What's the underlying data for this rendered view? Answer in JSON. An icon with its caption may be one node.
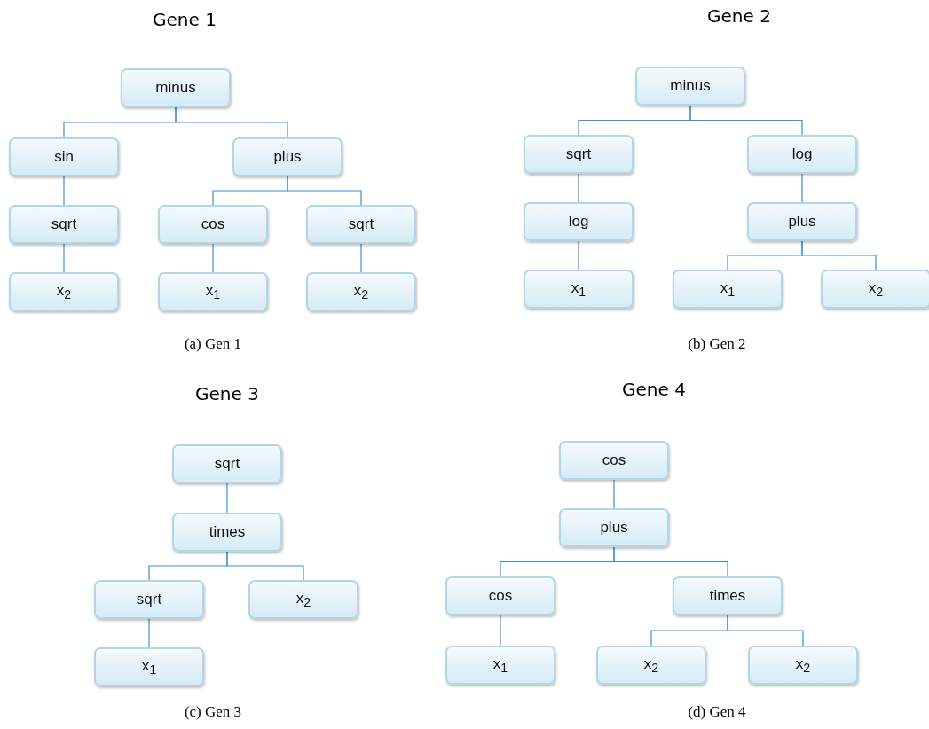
{
  "diagram": {
    "nodes": [
      {
        "text": [
          "minus"
        ]
      },
      {
        "text": [
          "sin"
        ]
      },
      {
        "text": [
          "plus"
        ]
      },
      {
        "text": [
          "sqrt"
        ]
      },
      {
        "text": [
          "cos"
        ]
      },
      {
        "text": [
          "sqrt"
        ]
      },
      {
        "text": [
          "x$_{2}$"
        ]
      },
      {
        "text": [
          "x$_{1}$"
        ]
      },
      {
        "text": [
          "x$_{2}$"
        ]
      },
      {
        "text": [
          "minus"
        ]
      },
      {
        "text": [
          "sqrt"
        ]
      },
      {
        "text": [
          "log"
        ]
      },
      {
        "text": [
          "log"
        ]
      },
      {
        "text": [
          "plus"
        ]
      },
      {
        "text": [
          "x$_{1}$"
        ]
      },
      {
        "text": [
          "x$_{1}$"
        ]
      },
      {
        "text": [
          "x$_{2}$"
        ]
      },
      {
        "text": [
          "sqrt"
        ]
      },
      {
        "text": [
          "times"
        ]
      },
      {
        "text": [
          "sqrt"
        ]
      },
      {
        "text": [
          "x$_{2}$"
        ]
      },
      {
        "text": [
          "x$_{1}$"
        ]
      },
      {
        "text": [
          "cos"
        ]
      },
      {
        "text": [
          "plus"
        ]
      },
      {
        "text": [
          "cos"
        ]
      },
      {
        "text": [
          "times"
        ]
      },
      {
        "text": [
          "x$_{1}$"
        ]
      },
      {
        "text": [
          "x$_{2}$"
        ]
      },
      {
        "text": [
          "x$_{2}$"
        ]
      }
    ],
    "edges": [
      {
        "from": 0,
        "to": 1,
        "arrow": "none"
      },
      {
        "from": 0,
        "to": 2,
        "arrow": "none"
      },
      {
        "from": 1,
        "to": 3,
        "arrow": "none"
      },
      {
        "from": 2,
        "to": 4,
        "arrow": "none"
      },
      {
        "from": 2,
        "to": 5,
        "arrow": "none"
      },
      {
        "from": 3,
        "to": 6,
        "arrow": "none"
      },
      {
        "from": 4,
        "to": 7,
        "arrow": "none"
      },
      {
        "from": 5,
        "to": 8,
        "arrow": "none"
      },
      {
        "from": 9,
        "to": 10,
        "arrow": "none"
      },
      {
        "from": 9,
        "to": 11,
        "arrow": "none"
      },
      {
        "from": 10,
        "to": 12,
        "arrow": "none"
      },
      {
        "from": 11,
        "to": 13,
        "arrow": "none"
      },
      {
        "from": 12,
        "to": 14,
        "arrow": "none"
      },
      {
        "from": 13,
        "to": 15,
        "arrow": "none"
      },
      {
        "from": 13,
        "to": 16,
        "arrow": "none"
      },
      {
        "from": 17,
        "to": 18,
        "arrow": "none"
      },
      {
        "from": 18,
        "to": 19,
        "arrow": "none"
      },
      {
        "from": 18,
        "to": 20,
        "arrow": "none"
      },
      {
        "from": 19,
        "to": 21,
        "arrow": "none"
      },
      {
        "from": 22,
        "to": 23,
        "arrow": "none"
      },
      {
        "from": 23,
        "to": 24,
        "arrow": "none"
      },
      {
        "from": 23,
        "to": 25,
        "arrow": "none"
      },
      {
        "from": 24,
        "to": 26,
        "arrow": "none"
      },
      {
        "from": 25,
        "to": 27,
        "arrow": "none"
      },
      {
        "from": 25,
        "to": 28,
        "arrow": "none"
      }
    ],
    "labels": [
      "Gene 1",
      "Gene 2",
      "(a)  Gen 1",
      "(b)  Gen 2",
      "Gene 3",
      "Gene 4",
      "(c)  Gen 3",
      "(d)  Gen 4"
    ]
  }
}
